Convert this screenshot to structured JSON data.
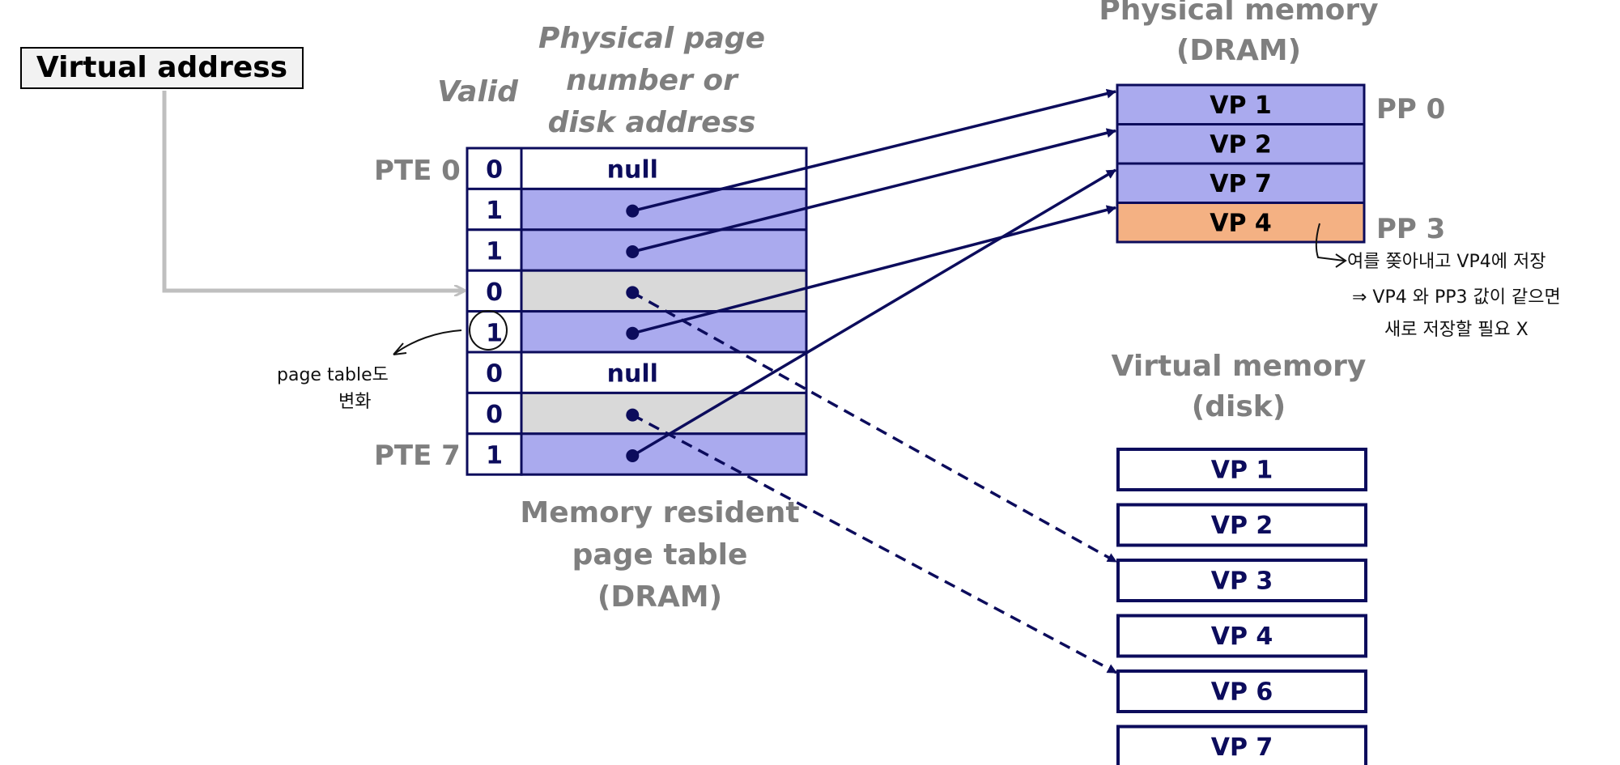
{
  "virtual_address_label": "Virtual address",
  "valid_header": "Valid",
  "ppn_header": [
    "Physical page",
    "number or",
    "disk address"
  ],
  "physical_memory_title": [
    "Physical memory",
    "(DRAM)"
  ],
  "virtual_memory_title": [
    "Virtual memory",
    "(disk)"
  ],
  "page_table_caption": [
    "Memory resident",
    "page table",
    "(DRAM)"
  ],
  "pte_labels": {
    "first": "PTE 0",
    "last": "PTE 7"
  },
  "page_table": [
    {
      "valid": "0",
      "addr": "null",
      "kind": "null"
    },
    {
      "valid": "1",
      "addr": "",
      "kind": "dram"
    },
    {
      "valid": "1",
      "addr": "",
      "kind": "dram"
    },
    {
      "valid": "0",
      "addr": "",
      "kind": "disk"
    },
    {
      "valid": "1",
      "addr": "",
      "kind": "dram"
    },
    {
      "valid": "0",
      "addr": "null",
      "kind": "null"
    },
    {
      "valid": "0",
      "addr": "",
      "kind": "disk"
    },
    {
      "valid": "1",
      "addr": "",
      "kind": "dram"
    }
  ],
  "physical_pages": [
    {
      "label": "VP 1",
      "color": "#aaaaee"
    },
    {
      "label": "VP 2",
      "color": "#aaaaee"
    },
    {
      "label": "VP 7",
      "color": "#aaaaee"
    },
    {
      "label": "VP 4",
      "color": "#f4b183"
    }
  ],
  "pp_labels": {
    "first": "PP 0",
    "last": "PP 3"
  },
  "virtual_pages": [
    "VP 1",
    "VP 2",
    "VP 3",
    "VP 4",
    "VP 6",
    "VP 7"
  ],
  "annotations": {
    "page_table_note": [
      "page table도",
      "변화"
    ],
    "pp3_note": [
      "여를 쫒아내고 VP4에 저장",
      "⇒ VP4 와 PP3 값이 같으면",
      "새로 저장할 필요 X"
    ]
  },
  "colors": {
    "valid_fill": "#aaaaee",
    "disk_fill": "#d9d9d9",
    "victim_fill": "#f4b183",
    "line": "#0c0c5c",
    "gray_arrow": "#bfbfbf"
  },
  "mappings": {
    "dram": [
      [
        1,
        0
      ],
      [
        2,
        1
      ],
      [
        4,
        3
      ],
      [
        7,
        2
      ]
    ],
    "disk": [
      [
        3,
        2
      ],
      [
        6,
        4
      ]
    ]
  }
}
